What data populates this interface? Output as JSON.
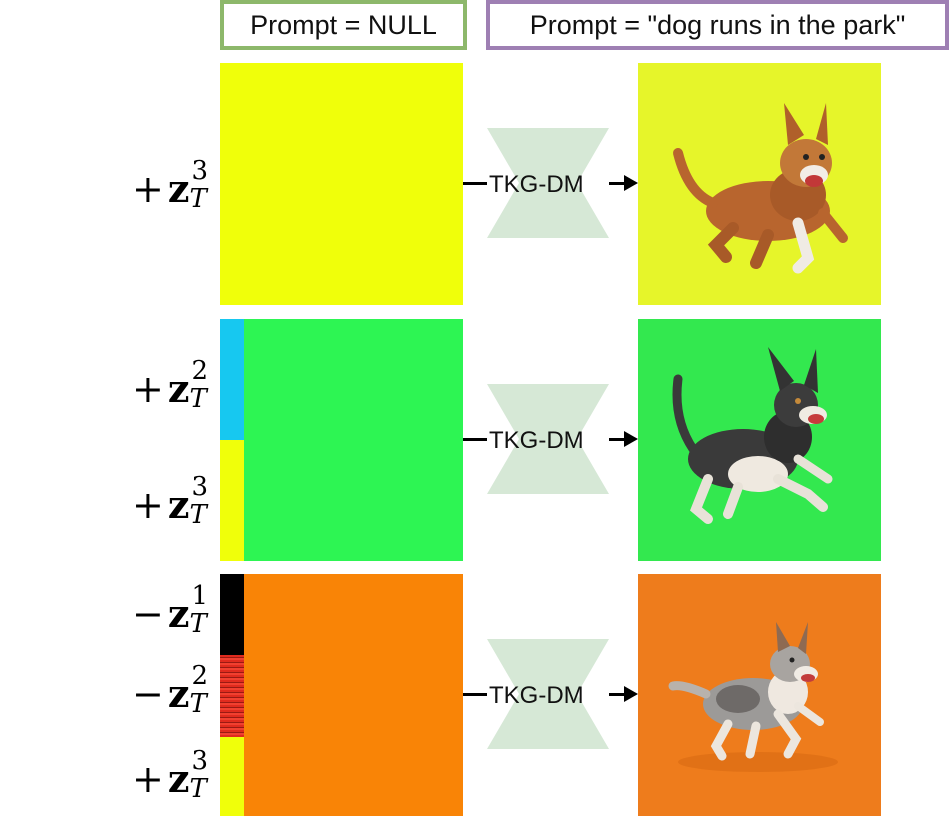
{
  "headers": {
    "null_prompt": "Prompt = NULL",
    "text_prompt": "Prompt = \"dog runs in the park\""
  },
  "model_label": "TKG-DM",
  "rows": [
    {
      "noise_color": "#f0ff0a",
      "output_bg": "#e6f52a",
      "channels": [
        {
          "sign": "+",
          "sup": "3",
          "sub": "T",
          "strip_color": null
        }
      ],
      "dog": "tan-dog-icon"
    },
    {
      "noise_color": "#2df553",
      "output_bg": "#33e84f",
      "channels": [
        {
          "sign": "+",
          "sup": "2",
          "sub": "T",
          "strip_color": "#17c8f0"
        },
        {
          "sign": "+",
          "sup": "3",
          "sub": "T",
          "strip_color": "#f0ff0a"
        }
      ],
      "dog": "tricolor-dog-icon"
    },
    {
      "noise_color": "#f98406",
      "output_bg": "#ee7c1c",
      "channels": [
        {
          "sign": "−",
          "sup": "1",
          "sub": "T",
          "strip_color": "#000000"
        },
        {
          "sign": "−",
          "sup": "2",
          "sub": "T",
          "strip_color": "#e02b1e"
        },
        {
          "sign": "+",
          "sup": "3",
          "sub": "T",
          "strip_color": "#f0ff0a"
        }
      ],
      "dog": "merle-dog-icon"
    }
  ],
  "colors": {
    "null_border": "#8db86b",
    "prompt_border": "#9e7fb3",
    "model_shape": "#d6e8d6"
  }
}
